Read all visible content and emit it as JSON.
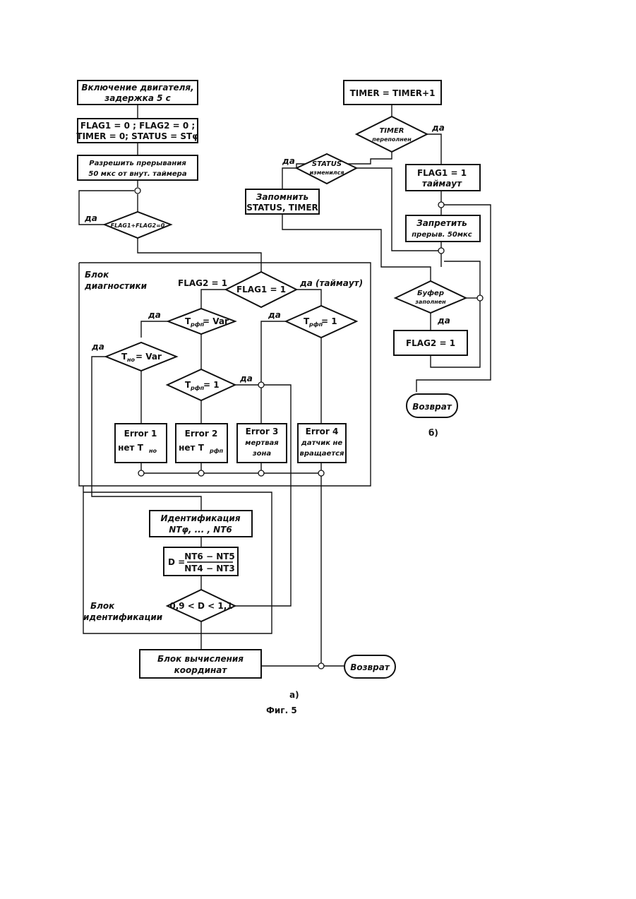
{
  "left": {
    "start": [
      "Включение двигателя,",
      "задержка 5 с"
    ],
    "init": [
      "FLAG1 = 0 ;  FLAG2 = 0 ;",
      "TIMER = 0;  STATUS = STφ"
    ],
    "enable_int": [
      "Разрешить прерывания",
      "50 мкс от внут. таймера"
    ],
    "cond_flags": "FLAG1+FLAG2=0",
    "yes": "да",
    "yes_timeout": "да (таймаут)",
    "block_diag": [
      "Блок",
      "диагностики"
    ],
    "flag2_label": "FLAG2 = 1",
    "cond_flag1": "FLAG1 = 1",
    "cond_trfp_var": {
      "main": "T",
      "sub": "рфп",
      "rest": " = Var"
    },
    "cond_tno_var": {
      "main": "T",
      "sub": "но",
      "rest": " = Var"
    },
    "cond_trfp_1": {
      "main": "T",
      "sub": "рфп",
      "rest": " = 1"
    },
    "cond_trfp_1b": {
      "main": "T",
      "sub": "рфп",
      "rest": " = 1"
    },
    "error1": {
      "title": "Error 1",
      "line": "нет T",
      "sub": "но"
    },
    "error2": {
      "title": "Error 2",
      "line": "нет T",
      "sub": "рфп"
    },
    "error3": [
      "Error 3",
      "мертвая",
      "зона"
    ],
    "error4": [
      "Error 4",
      "датчик не",
      "вращается"
    ],
    "ident": [
      "Идентификация",
      "NTφ, ... , NT6"
    ],
    "formula": {
      "lhs": "D =",
      "num": "NT6 − NT5",
      "den": "NT4 − NT3"
    },
    "cond_range": "0,9 < D < 1,1",
    "block_ident": [
      "Блок",
      "идентификации"
    ],
    "calc": [
      "Блок  вычисления",
      "координат"
    ],
    "return": "Возврат",
    "caption": "а)"
  },
  "right": {
    "timer_inc": "TIMER = TIMER+1",
    "cond_timer": [
      "TIMER",
      "переполнен"
    ],
    "yes": "да",
    "cond_status": [
      "STATUS",
      "изменился"
    ],
    "store": [
      "Запомнить",
      "STATUS, TIMER"
    ],
    "flag1_timeout": [
      "FLAG1 = 1",
      "таймаут"
    ],
    "disable_int": [
      "Запретить",
      "прерыв.  50мкс"
    ],
    "cond_buffer": [
      "Буфер",
      "заполнен"
    ],
    "flag2_set": "FLAG2 = 1",
    "return": "Возврат",
    "caption": "б)"
  },
  "figure_caption": "Фиг. 5"
}
